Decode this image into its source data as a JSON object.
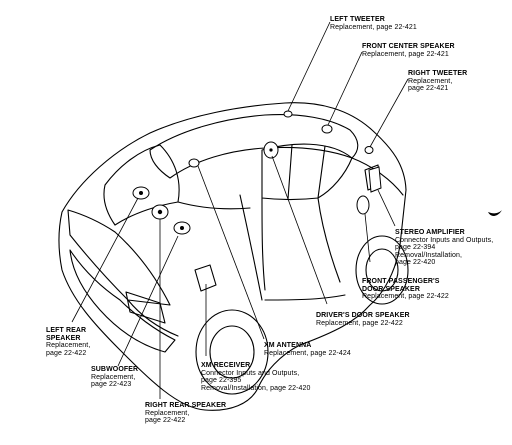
{
  "diagram": {
    "components": [
      {
        "id": "left-tweeter",
        "title": "LEFT TWEETER",
        "detail": "Replacement, page 22-421"
      },
      {
        "id": "front-center-speaker",
        "title": "FRONT CENTER SPEAKER",
        "detail": "Replacement, page 22-421"
      },
      {
        "id": "right-tweeter",
        "title": "RIGHT TWEETER",
        "detail": "Replacement,\npage 22-421"
      },
      {
        "id": "stereo-amplifier",
        "title": "STEREO AMPLIFIER",
        "detail": "Connector Inputs and Outputs,\npage 22-394\nRemoval/Installation,\npage 22-420"
      },
      {
        "id": "front-passenger-door-speaker",
        "title": "FRONT PASSENGER'S\nDOOR SPEAKER",
        "detail": "Replacement, page 22-422"
      },
      {
        "id": "drivers-door-speaker",
        "title": "DRIVER'S DOOR SPEAKER",
        "detail": "Replacement, page 22-422"
      },
      {
        "id": "xm-antenna",
        "title": "XM ANTENNA",
        "detail": "Replacement, page 22-424"
      },
      {
        "id": "xm-receiver",
        "title": "XM RECEIVER",
        "detail": "Connector Inputs and Outputs,\n  page 22-395\nRemoval/Installation, page 22-420"
      },
      {
        "id": "right-rear-speaker",
        "title": "RIGHT REAR SPEAKER",
        "detail": "Replacement,\n page 22-422"
      },
      {
        "id": "subwoofer",
        "title": "SUBWOOFER",
        "detail": "Replacement,\npage 22-423"
      },
      {
        "id": "left-rear-speaker",
        "title": "LEFT REAR\nSPEAKER",
        "detail": "Replacement,\npage 22-422"
      }
    ]
  }
}
